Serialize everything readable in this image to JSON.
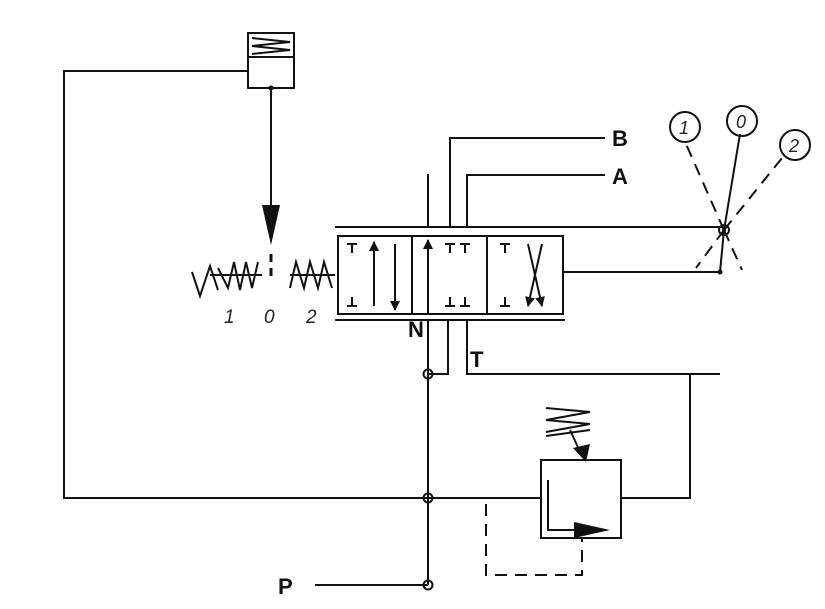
{
  "ports": {
    "b": "B",
    "a": "A",
    "n": "N",
    "t": "T",
    "p": "P"
  },
  "valve_positions": [
    "1",
    "0",
    "2"
  ],
  "lever_positions": [
    "1",
    "0",
    "2"
  ],
  "colors": {
    "line": "#111111",
    "background": "#ffffff"
  }
}
